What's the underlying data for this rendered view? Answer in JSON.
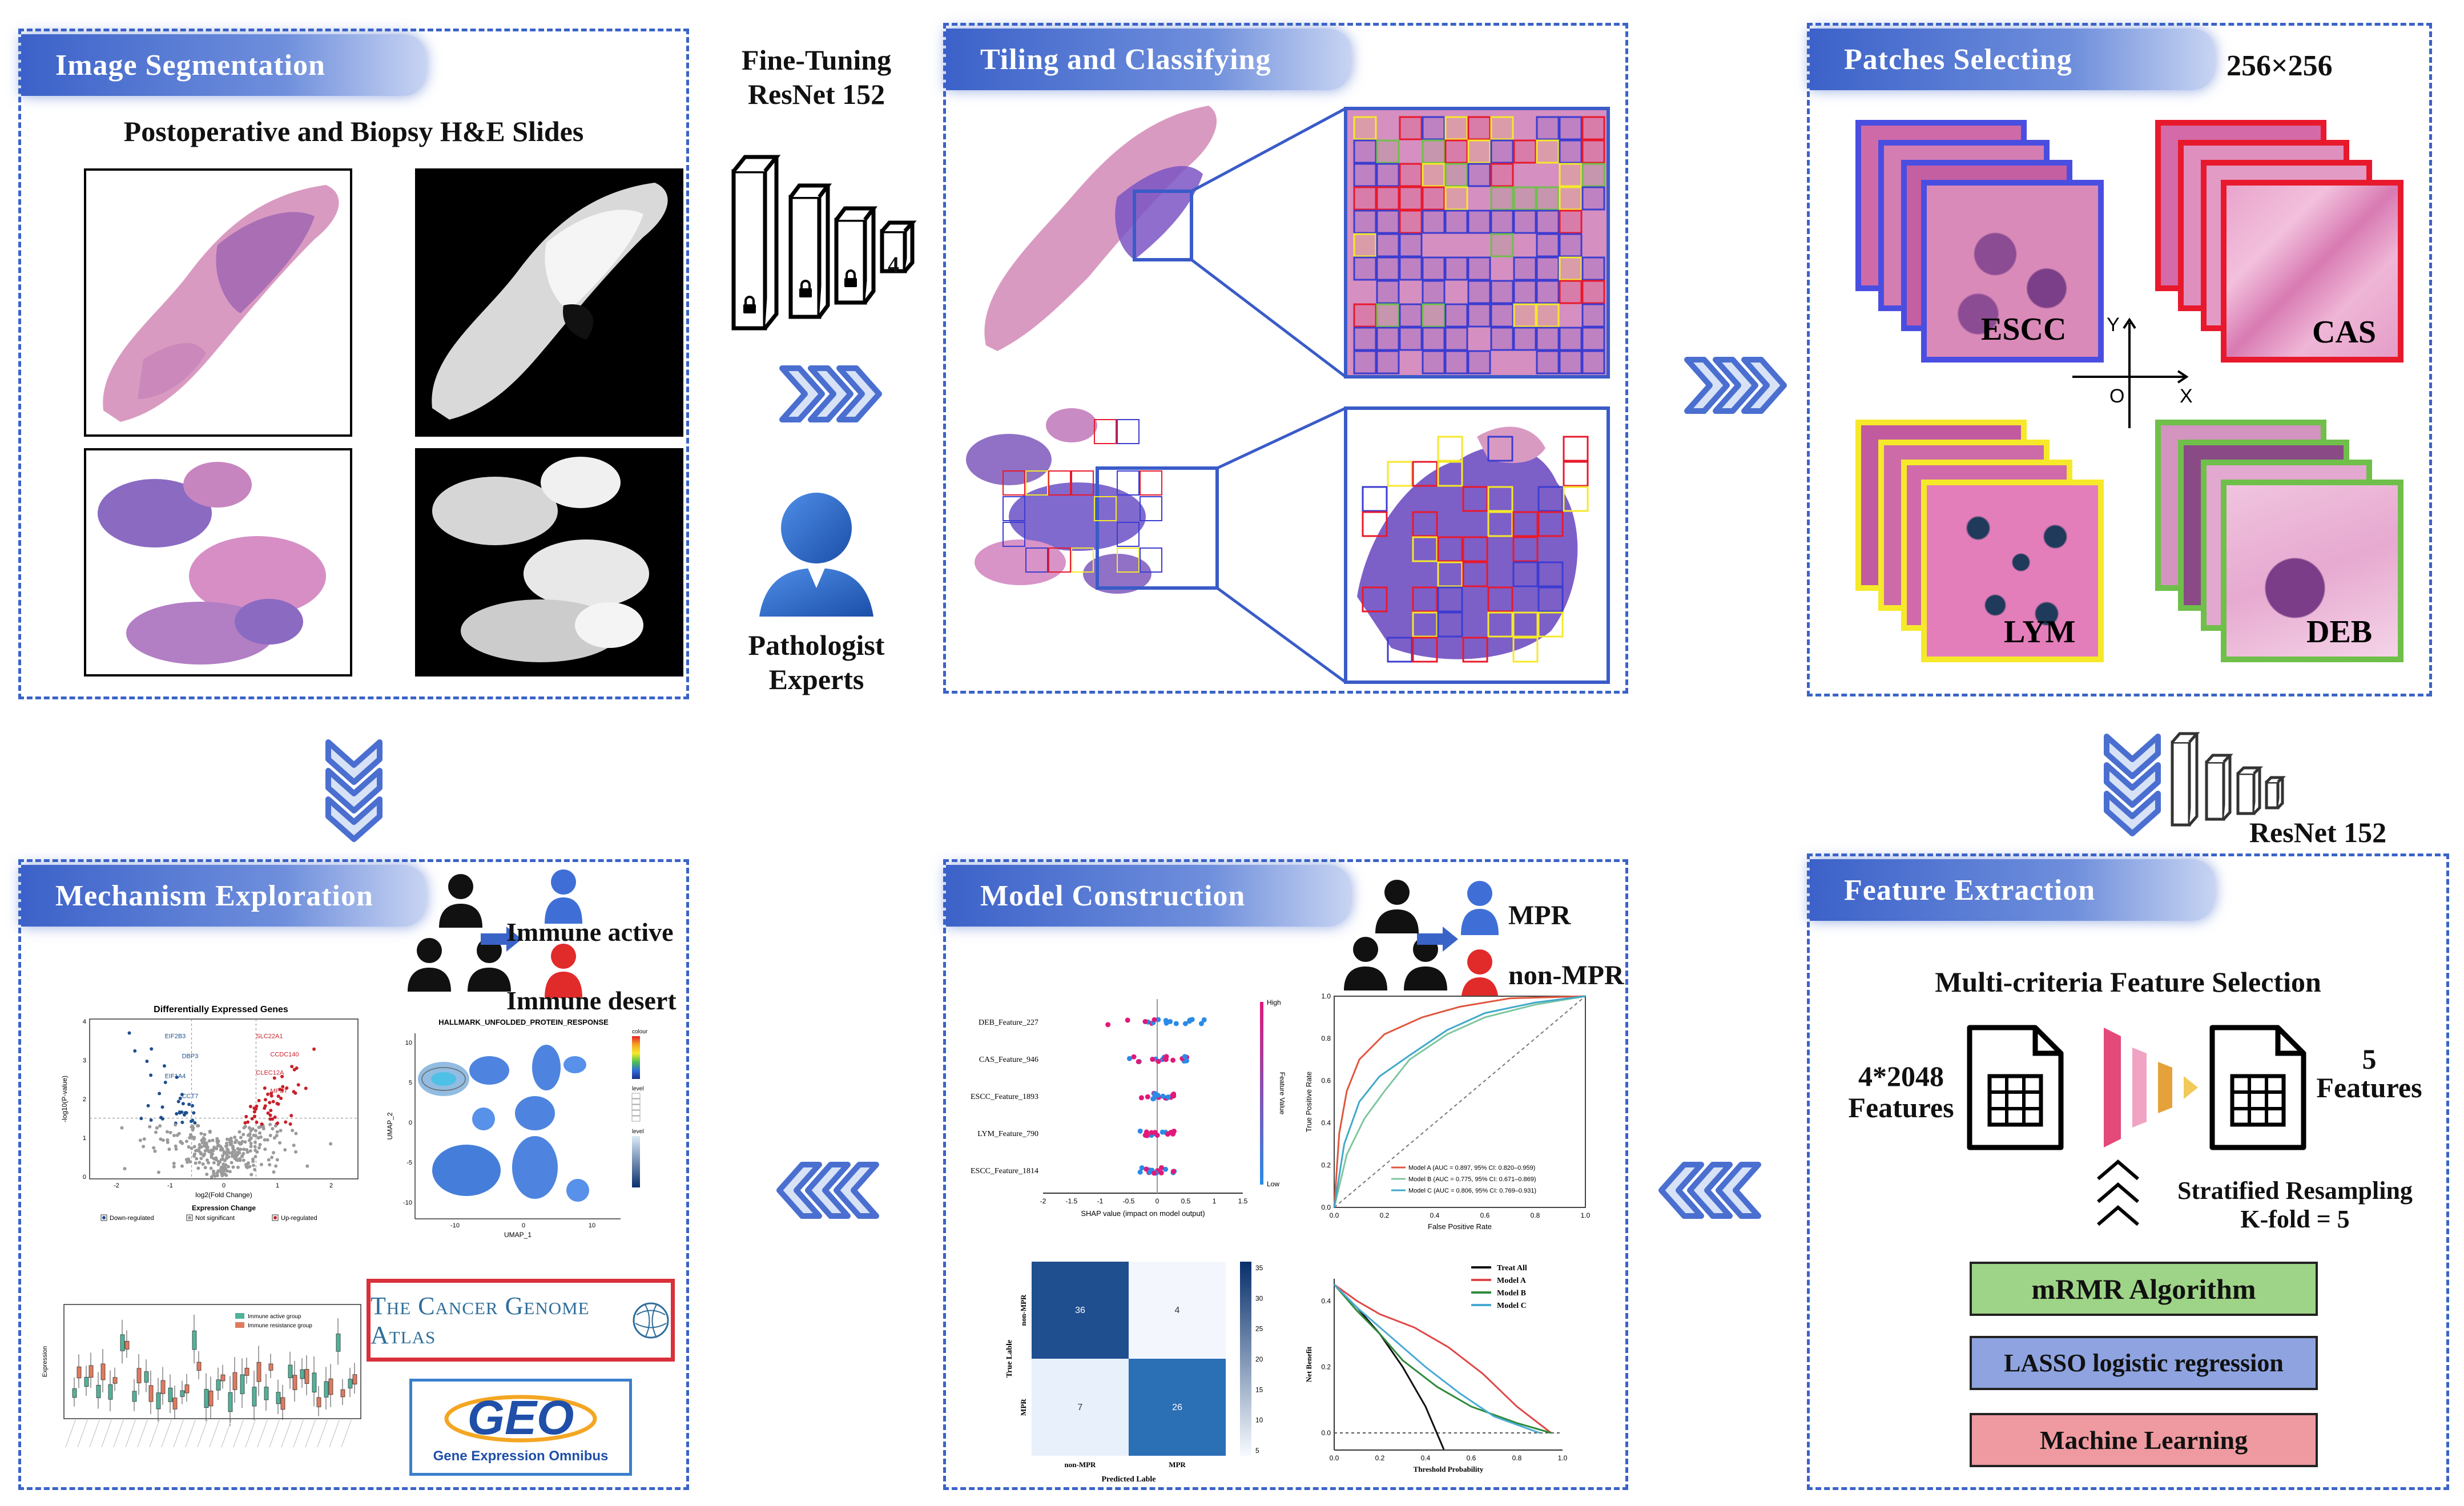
{
  "panels": {
    "segmentation": {
      "title": "Image Segmentation",
      "subtitle": "Postoperative and Biopsy H&E Slides"
    },
    "finetune": {
      "title_line1": "Fine-Tuning",
      "title_line2": "ResNet 152",
      "bar4_label": "4",
      "pathologist_line1": "Pathologist",
      "pathologist_line2": "Experts"
    },
    "tiling": {
      "title": "Tiling and Classifying"
    },
    "patches": {
      "title": "Patches Selecting",
      "size": "256×256",
      "classes": [
        "ESCC",
        "CAS",
        "LYM",
        "DEB"
      ],
      "axis_y": "Y",
      "axis_x": "X",
      "axis_o": "O",
      "colors": {
        "ESCC": "#4a4ee0",
        "CAS": "#e8192c",
        "LYM": "#f5e92a",
        "DEB": "#6fbf4a"
      }
    },
    "resnet_label": "ResNet 152",
    "feature": {
      "title": "Feature Extraction",
      "subtitle": "Multi-criteria Feature Selection",
      "left_count": "4*2048",
      "left_label": "Features",
      "right_count": "5",
      "right_label": "Features",
      "resample_line1": "Stratified Resampling",
      "resample_line2": "K-fold = 5",
      "methods": [
        {
          "label": "mRMR Algorithm",
          "color": "#9ed487"
        },
        {
          "label": "LASSO logistic regression",
          "color": "#8ea3e0"
        },
        {
          "label": "Machine Learning",
          "color": "#ee9aa0"
        }
      ]
    },
    "model": {
      "title": "Model Construction",
      "mpr": "MPR",
      "non_mpr": "non-MPR",
      "shap": {
        "features": [
          "DEB_Feature_227",
          "CAS_Feature_946",
          "ESCC_Feature_1893",
          "LYM_Feature_790",
          "ESCC_Feature_1814"
        ],
        "xlabel": "SHAP value (impact on model output)",
        "ylabel": "Feature Value",
        "high": "High",
        "low": "Low",
        "ticks": [
          "-2",
          "-1.5",
          "-1",
          "-0.5",
          "0",
          "0.5",
          "1",
          "1.5"
        ]
      },
      "roc": {
        "xlabel": "False Positive Rate",
        "ylabel": "True Positive Rate",
        "ticks": [
          "0.0",
          "0.2",
          "0.4",
          "0.6",
          "0.8",
          "1.0"
        ],
        "legend": [
          {
            "label": "Model A (AUC = 0.897, 95% CI: 0.820–0.959)",
            "color": "#e0573e"
          },
          {
            "label": "Model B (AUC = 0.775, 95% CI: 0.671–0.869)",
            "color": "#7fc6a0"
          },
          {
            "label": "Model C (AUC = 0.806, 95% CI: 0.769–0.931)",
            "color": "#3fa9c9"
          }
        ]
      },
      "confusion": {
        "cells": [
          [
            "36",
            "4"
          ],
          [
            "7",
            "26"
          ]
        ],
        "rows": [
          "non-MPR",
          "MPR"
        ],
        "cols": [
          "non-MPR",
          "MPR"
        ],
        "xlabel": "Predicted Lable",
        "ylabel": "True Lable",
        "scale": [
          "35",
          "30",
          "25",
          "20",
          "15",
          "10",
          "5"
        ]
      },
      "dca": {
        "xlabel": "Threshold Probability",
        "ylabel": "Net Benefit",
        "xticks": [
          "0.0",
          "0.2",
          "0.4",
          "0.6",
          "0.8",
          "1.0"
        ],
        "yticks": [
          "0.4",
          "0.2",
          "0.0"
        ],
        "legend": [
          {
            "label": "Treat All",
            "color": "#111111"
          },
          {
            "label": "Model A",
            "color": "#e04848"
          },
          {
            "label": "Model B",
            "color": "#2f8a3a"
          },
          {
            "label": "Model C",
            "color": "#4aaad4"
          }
        ]
      }
    },
    "mechanism": {
      "title": "Mechanism Exploration",
      "immune_active": "Immune active",
      "immune_desert": "Immune desert",
      "volcano": {
        "title": "Differentially Expressed Genes",
        "xlabel": "log2(Fold Change)",
        "ylabel": "-log10(P-value)",
        "legend_title": "Expression Change",
        "legend": [
          "Down-regulated",
          "Not significant",
          "Up-regulated"
        ],
        "genes_down": [
          "EIF2B3",
          "DBP3",
          "EIF1A4",
          "CCT7"
        ],
        "genes_up": [
          "SLC22A1",
          "CCDC140",
          "CLEC12A",
          "MPST"
        ],
        "yticks": [
          "4",
          "3",
          "2",
          "1",
          "0"
        ],
        "xticks": [
          "-2",
          "-1",
          "0",
          "1",
          "2"
        ]
      },
      "umap": {
        "title": "HALLMARK_UNFOLDED_PROTEIN_RESPONSE",
        "xlabel": "UMAP_1",
        "ylabel": "UMAP_2",
        "xticks": [
          "-10",
          "0",
          "10"
        ],
        "yticks": [
          "10",
          "5",
          "0",
          "-5",
          "-10"
        ],
        "legend1": "colour",
        "legend2": "level",
        "legend3": "level"
      },
      "boxplot": {
        "ylabel": "Expression",
        "legend": [
          "Immune active group",
          "Immune resistance group"
        ]
      },
      "tcga": "The Cancer Genome Atlas",
      "geo_big": "GEO",
      "geo_small": "Gene Expression Omnibus"
    }
  }
}
